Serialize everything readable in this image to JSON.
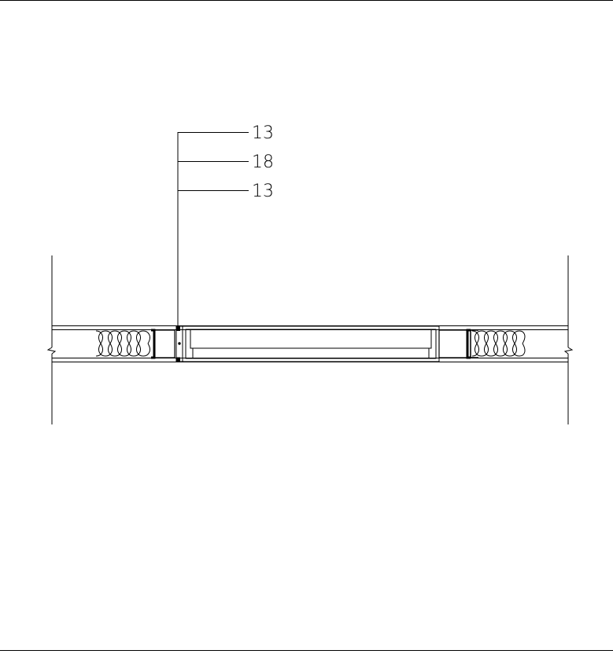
{
  "drawing": {
    "type": "wall section detail",
    "dimension_labels": [
      "13",
      "18",
      "13"
    ],
    "line_color": "#000000",
    "background_color": "#ffffff"
  }
}
